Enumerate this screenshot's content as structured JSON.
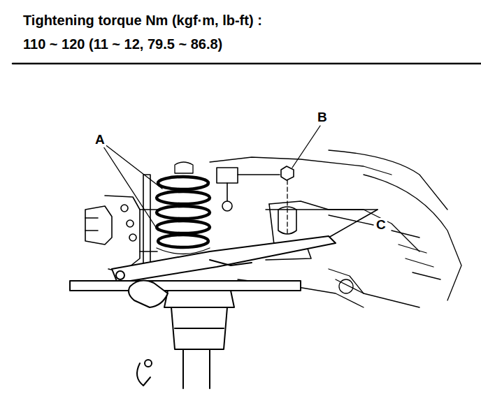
{
  "diagram": {
    "labels": [
      "Tightening torque Nm (kgf·m, lb-ft) :",
      "110 ~ 120 (11 ~ 12, 79.5 ~ 86.8)",
      "A",
      "B",
      "C"
    ]
  }
}
